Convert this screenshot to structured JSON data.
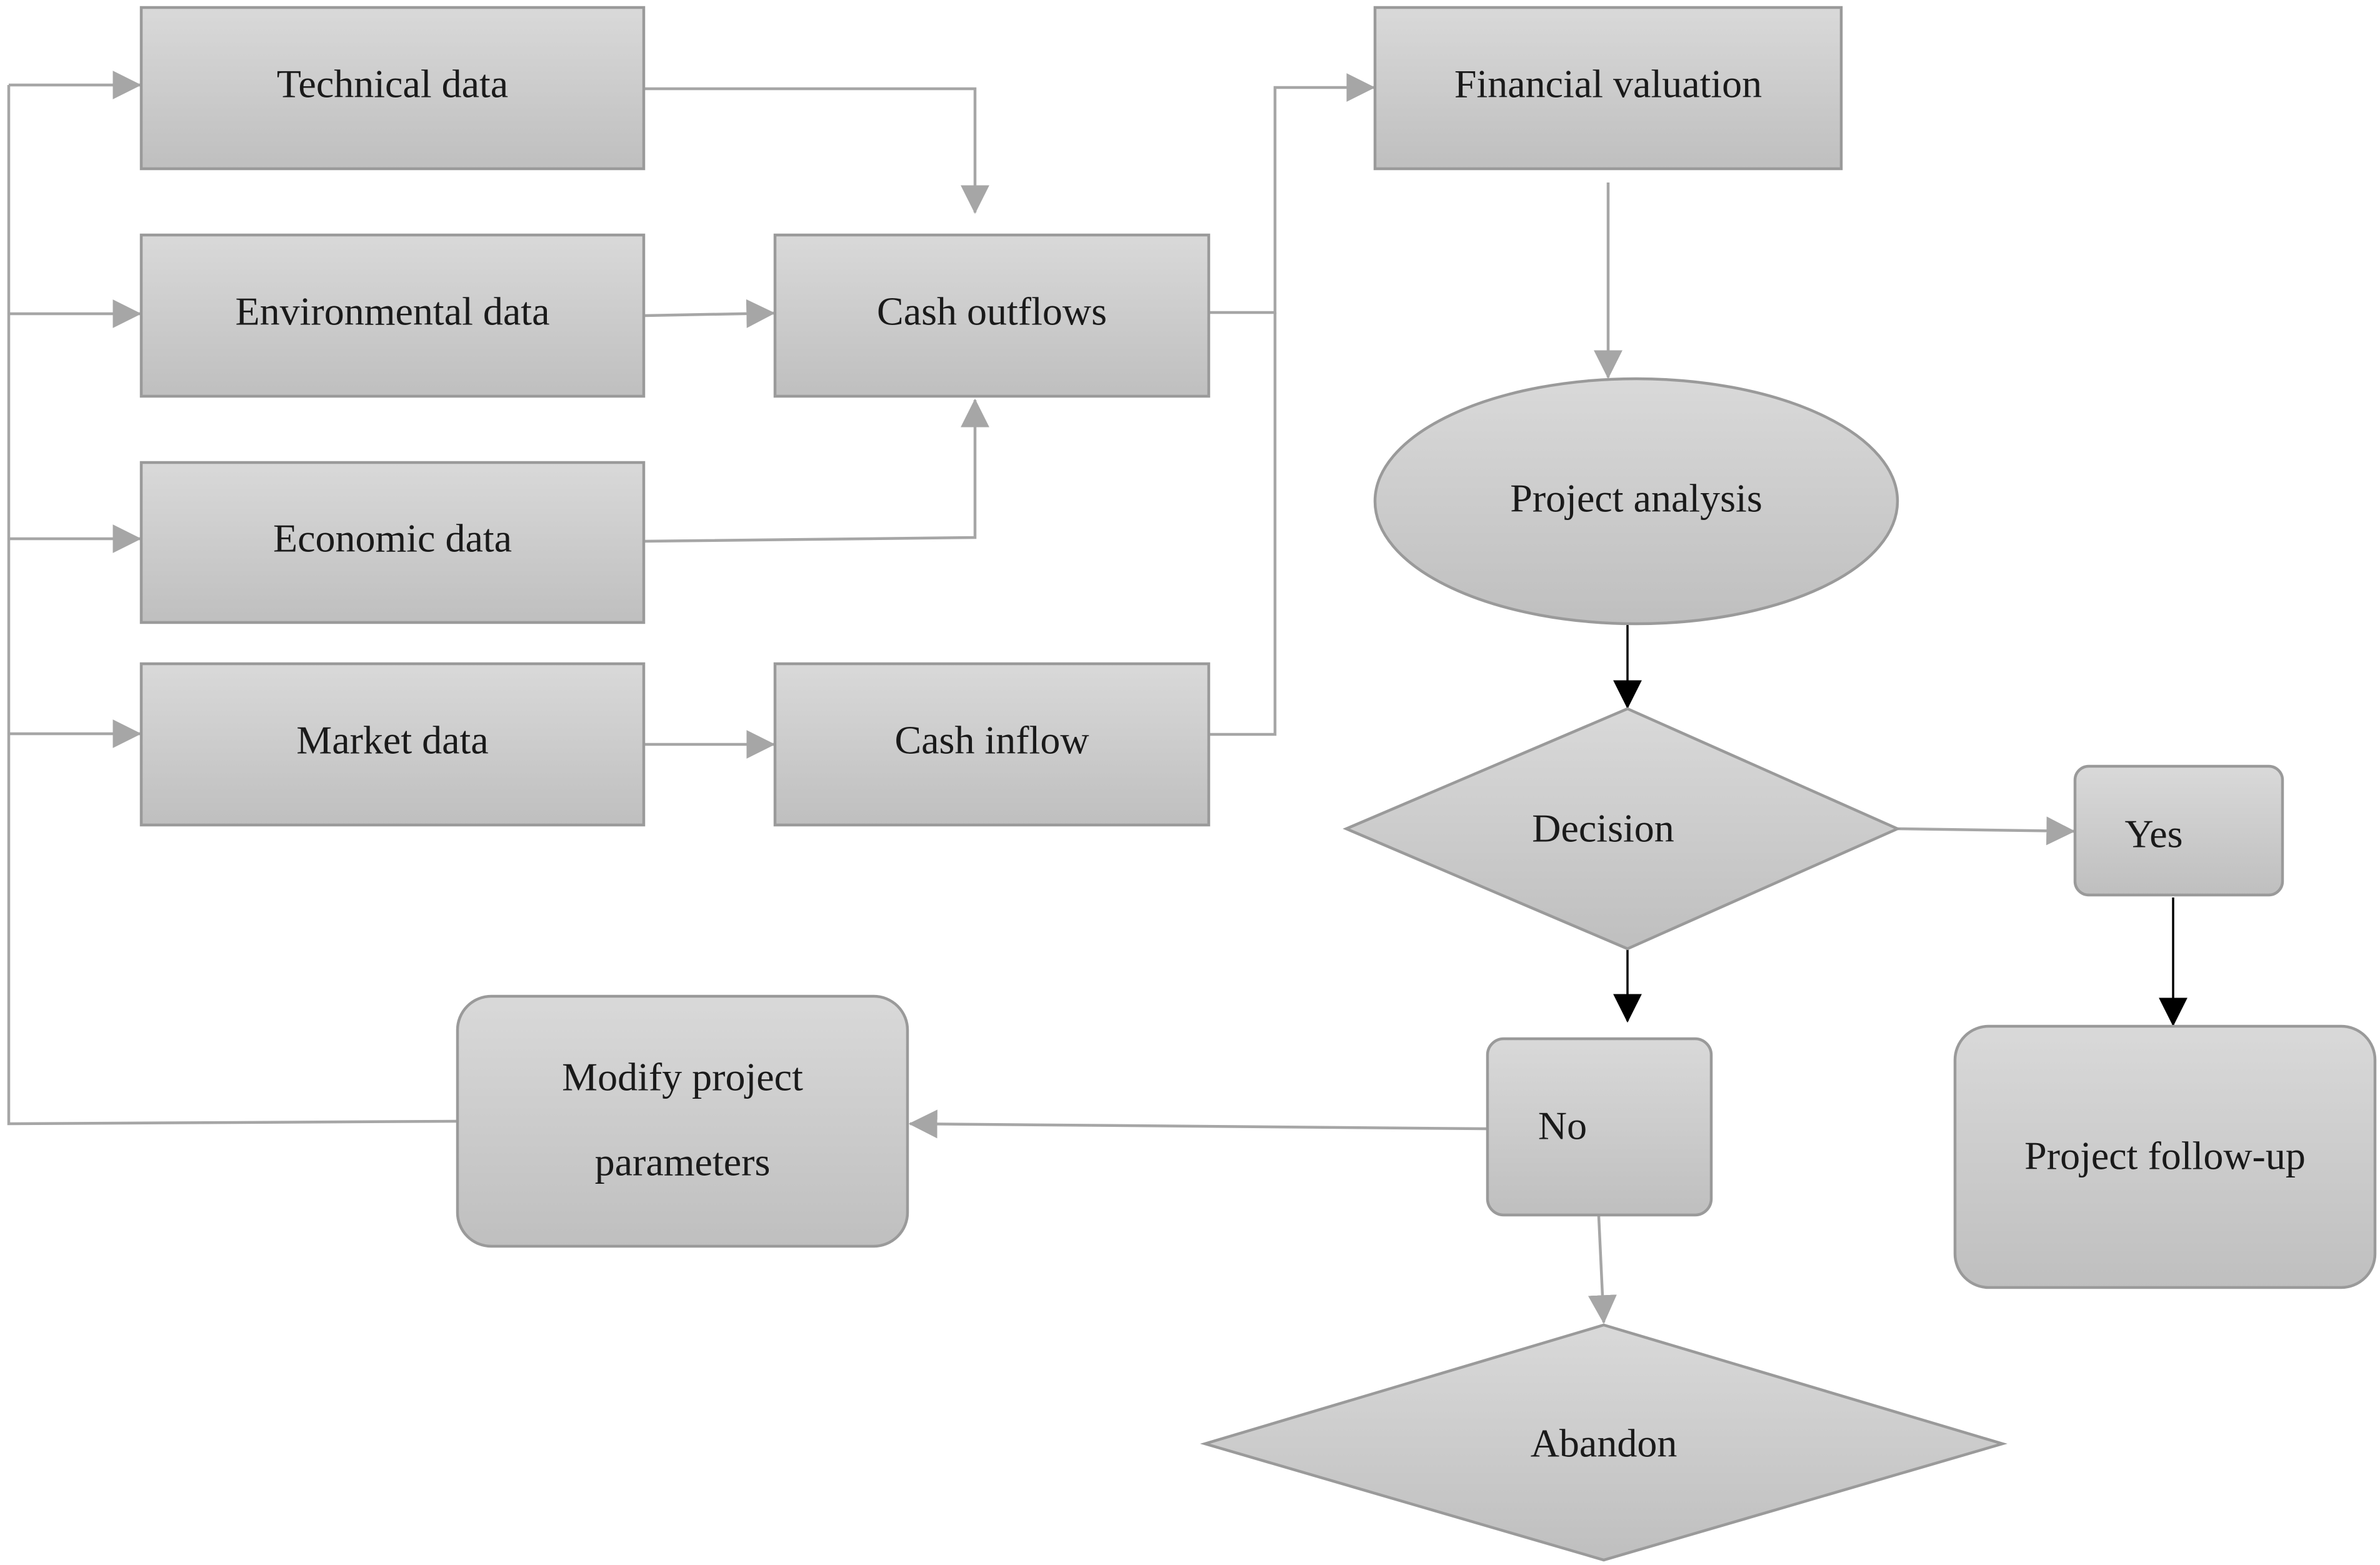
{
  "colors": {
    "node_fill_top": "#d9d9d9",
    "node_fill_bottom": "#bfbfbf",
    "node_stroke": "#9a9a9a",
    "edge_gray": "#a6a6a6",
    "edge_black": "#000000",
    "text": "#1a1a1a"
  },
  "nodes": {
    "technical": {
      "label": "Technical data"
    },
    "environmental": {
      "label": "Environmental data"
    },
    "economic": {
      "label": "Economic data"
    },
    "market": {
      "label": "Market data"
    },
    "cash_outflows": {
      "label": "Cash outflows"
    },
    "cash_inflow": {
      "label": "Cash inflow"
    },
    "financial_valuation": {
      "label": "Financial valuation"
    },
    "project_analysis": {
      "label": "Project analysis"
    },
    "decision": {
      "label": "Decision"
    },
    "yes": {
      "label": "Yes"
    },
    "no": {
      "label": "No"
    },
    "modify": {
      "label_line1": "Modify project",
      "label_line2": "parameters"
    },
    "follow_up": {
      "label": "Project follow-up"
    },
    "abandon": {
      "label": "Abandon"
    }
  },
  "edges": [
    {
      "from": "technical",
      "to": "cash_outflows"
    },
    {
      "from": "environmental",
      "to": "cash_outflows"
    },
    {
      "from": "economic",
      "to": "cash_outflows"
    },
    {
      "from": "market",
      "to": "cash_inflow"
    },
    {
      "from": "cash_outflows",
      "to": "financial_valuation"
    },
    {
      "from": "cash_inflow",
      "to": "financial_valuation"
    },
    {
      "from": "financial_valuation",
      "to": "project_analysis"
    },
    {
      "from": "project_analysis",
      "to": "decision"
    },
    {
      "from": "decision",
      "to": "yes"
    },
    {
      "from": "decision",
      "to": "no"
    },
    {
      "from": "yes",
      "to": "follow_up"
    },
    {
      "from": "no",
      "to": "modify"
    },
    {
      "from": "no",
      "to": "abandon"
    },
    {
      "from": "modify",
      "to": "technical"
    },
    {
      "from": "modify",
      "to": "environmental"
    },
    {
      "from": "modify",
      "to": "economic"
    },
    {
      "from": "modify",
      "to": "market"
    }
  ]
}
